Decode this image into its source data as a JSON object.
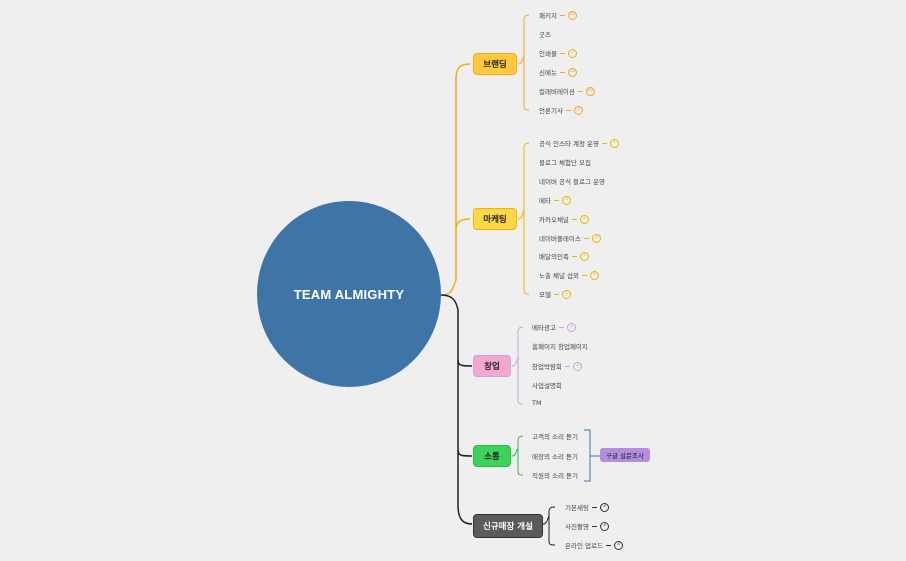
{
  "root": {
    "label": "TEAM ALMIGHTY"
  },
  "branches": [
    {
      "label": "브랜딩",
      "color": "#f5a623",
      "fill": "#ffc93d",
      "leaves": [
        {
          "label": "패키지",
          "badge": "20"
        },
        {
          "label": "굿즈",
          "badge": ""
        },
        {
          "label": "인쇄물",
          "badge": "2"
        },
        {
          "label": "신메뉴",
          "badge": "10"
        },
        {
          "label": "컬래버레이션",
          "badge": "10"
        },
        {
          "label": "언론기사",
          "badge": "2"
        }
      ]
    },
    {
      "label": "마케팅",
      "color": "#f0b400",
      "fill": "#ffd84a",
      "leaves": [
        {
          "label": "공식 인스타 계정 운영",
          "badge": "1"
        },
        {
          "label": "블로그 체험단 모집",
          "badge": ""
        },
        {
          "label": "네이버 공식 블로그 운영",
          "badge": ""
        },
        {
          "label": "메타",
          "badge": "3"
        },
        {
          "label": "카카오채널",
          "badge": "2"
        },
        {
          "label": "네이버플레이스",
          "badge": "3"
        },
        {
          "label": "배달의민족",
          "badge": "3"
        },
        {
          "label": "노출 채널 섭외",
          "badge": "4"
        },
        {
          "label": "모델",
          "badge": "1"
        }
      ]
    },
    {
      "label": "창업",
      "color": "#c9a3e0",
      "fill": "#f5a8cf",
      "leaves": [
        {
          "label": "메타광고",
          "badge": "2"
        },
        {
          "label": "홈페이지 창업페이지",
          "badge": ""
        },
        {
          "label": "창업박람회",
          "badge": "2"
        },
        {
          "label": "사업설명회",
          "badge": ""
        },
        {
          "label": "TM",
          "badge": ""
        }
      ]
    },
    {
      "label": "소통",
      "color": "#33b54a",
      "fill": "#3cd35a",
      "leaves": [
        {
          "label": "고객의 소리 듣기",
          "badge": ""
        },
        {
          "label": "매장의 소리 듣기",
          "badge": ""
        },
        {
          "label": "직원의 소리 듣기",
          "badge": ""
        }
      ],
      "summary": "구글 설문조사"
    },
    {
      "label": "신규매장 개설",
      "color": "#333333",
      "fill": "#5b5b5b",
      "leaves": [
        {
          "label": "기본세팅",
          "badge": "3"
        },
        {
          "label": "사진촬영",
          "badge": "3"
        },
        {
          "label": "온라인 업로드",
          "badge": "3"
        }
      ]
    }
  ]
}
